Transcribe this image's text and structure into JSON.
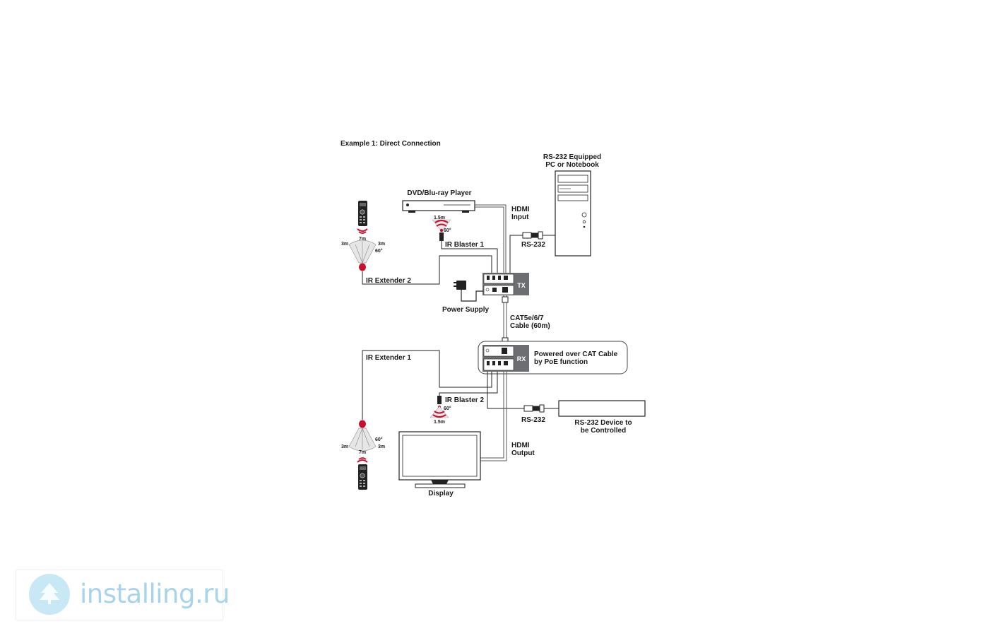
{
  "diagram": {
    "title": "Example 1: Direct Connection",
    "pc": {
      "line1": "RS-232 Equipped",
      "line2": "PC or Notebook"
    },
    "dvd": "DVD/Blu-ray Player",
    "hdmi_in": {
      "line1": "HDMI",
      "line2": "Input"
    },
    "rs232_top": "RS-232",
    "ir_blaster_1": "IR Blaster 1",
    "ir_blaster_2": "IR Blaster 2",
    "ir_extender_1": "IR Extender 1",
    "ir_extender_2": "IR Extender 2",
    "power_supply": "Power Supply",
    "tx": "TX",
    "rx": "RX",
    "cat": {
      "line1": "CAT5e/6/7",
      "line2": "Cable (60m)"
    },
    "poe": {
      "line1": "Powered over CAT Cable",
      "line2": "by PoE function"
    },
    "rs232_bottom": "RS-232",
    "rs232_device": {
      "line1": "RS-232 Device to",
      "line2": "be Controlled"
    },
    "hdmi_out": {
      "line1": "HDMI",
      "line2": "Output"
    },
    "display": "Display",
    "ir_blaster_specs": {
      "distance": "1.5m",
      "angle": "60°"
    },
    "ir_extender_specs": {
      "range": "7m",
      "side_left": "3m",
      "side_right": "3m",
      "angle": "60°"
    },
    "colors": {
      "accent_red": "#c8102e",
      "device_gray": "#6d6e71",
      "line": "#222222"
    }
  },
  "watermark": {
    "text": "installing.ru"
  }
}
